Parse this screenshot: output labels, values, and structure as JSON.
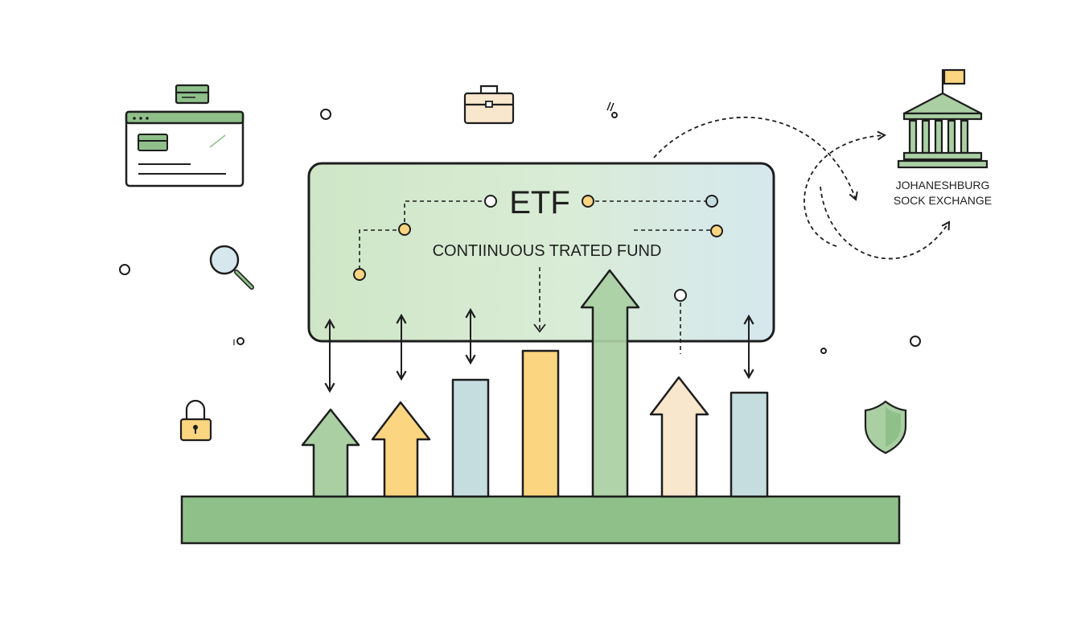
{
  "title": "ETF",
  "subtitle": "CONTIINUOUS TRATED FUND",
  "exchange": {
    "line1": "JOHANESHBURG",
    "line2": "SOCK EXCHANGE"
  },
  "small_glyph": "ı",
  "colors": {
    "green": "#8fc08a",
    "green_light": "#a9cfa3",
    "yellow": "#fbd57f",
    "blue_gray": "#c6dde0",
    "cream": "#f8e6cd",
    "outline": "#1e1e1e",
    "platform": "#90c08a"
  },
  "icons": [
    "browser-window-icon",
    "credit-card-icon",
    "briefcase-icon",
    "magnifier-icon",
    "padlock-icon",
    "shield-icon",
    "stock-exchange-building-icon",
    "flag-icon"
  ]
}
